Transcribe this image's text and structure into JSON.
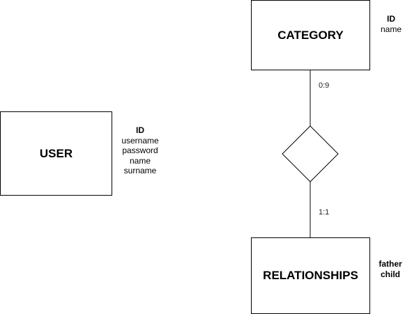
{
  "entities": {
    "user": {
      "title": "USER",
      "attributes": [
        "ID",
        "username",
        "password",
        "name",
        "surname"
      ]
    },
    "category": {
      "title": "CATEGORY",
      "attributes": [
        "ID",
        "name"
      ]
    },
    "relationships": {
      "title": "RELATIONSHIPS",
      "attributes": [
        "father",
        "child"
      ]
    }
  },
  "relations": [
    {
      "cardinality_top": "0:9",
      "cardinality_bottom": "1:1"
    }
  ]
}
